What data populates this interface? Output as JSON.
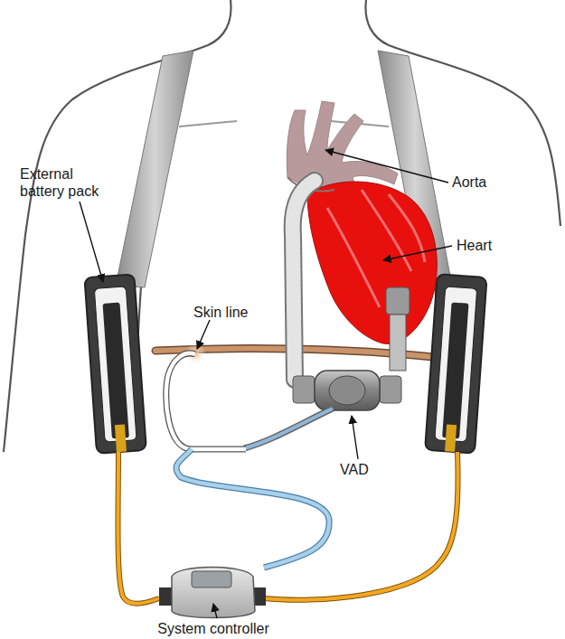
{
  "diagram": {
    "labels": [
      "Aorta",
      "External battery pack",
      "Skin line",
      "Heart",
      "VAD",
      "System controller"
    ]
  }
}
